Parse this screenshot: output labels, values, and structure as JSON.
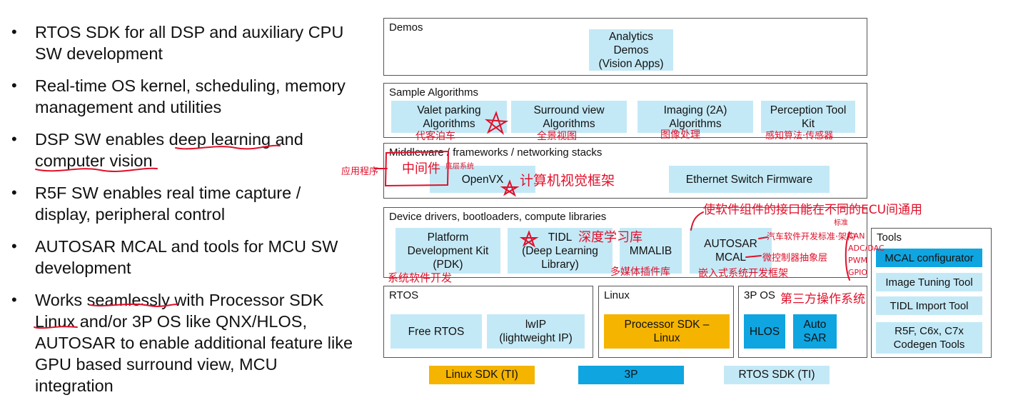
{
  "bullets": [
    "RTOS SDK for all DSP and auxiliary CPU\nSW development",
    "Real-time OS kernel, scheduling, memory\nmanagement and utilities",
    "DSP SW enables deep learning and\ncomputer vision",
    "R5F SW enables real time capture /\ndisplay, peripheral control",
    "AUTOSAR MCAL and tools for MCU SW\ndevelopment",
    "Works seamlessly with Processor SDK\nLinux and/or 3P OS like QNX/HLOS,\nAUTOSAR to enable additional feature like\nGPU based surround view, MCU\nintegration"
  ],
  "bullet_symbol": "•",
  "diagram": {
    "demos": {
      "title": "Demos",
      "boxes": [
        "Analytics\nDemos\n(Vision Apps)"
      ]
    },
    "sample_algorithms": {
      "title": "Sample Algorithms",
      "boxes": [
        "Valet parking\nAlgorithms",
        "Surround view\nAlgorithms",
        "Imaging (2A)\nAlgorithms",
        "Perception Tool\nKit"
      ]
    },
    "middleware": {
      "title": "Middleware / frameworks / networking stacks",
      "boxes": [
        "OpenVX",
        "Ethernet Switch Firmware"
      ]
    },
    "device_drivers": {
      "title": "Device drivers, bootloaders, compute libraries",
      "boxes": [
        "Platform\nDevelopment Kit\n(PDK)",
        "TIDL\n(Deep Learning\nLibrary)",
        "MMALIB",
        "AUTOSAR\nMCAL"
      ]
    },
    "rtos": {
      "title": "RTOS",
      "boxes": [
        "Free RTOS",
        "lwIP\n(lightweight IP)"
      ]
    },
    "linux": {
      "title": "Linux",
      "boxes": [
        "Processor SDK –\nLinux"
      ]
    },
    "third_party_os": {
      "title": "3P OS",
      "boxes": [
        "HLOS",
        "Auto\nSAR"
      ]
    },
    "tools": {
      "title": "Tools",
      "items": [
        "MCAL configurator",
        "Image Tuning Tool",
        "TIDL Import Tool",
        "R5F, C6x, C7x\nCodegen Tools"
      ]
    },
    "legend": [
      "Linux SDK (TI)",
      "3P",
      "RTOS SDK (TI)"
    ]
  },
  "colors": {
    "light_blue": "#c4e9f6",
    "gold": "#f5b400",
    "blue": "#0fa5e0",
    "ink": "#e0102a"
  },
  "annotations": {
    "valet": "代客泊车",
    "surround": "全景视图",
    "imaging": "图像处理",
    "perception": "感知算法·传感器",
    "app": "应用程序",
    "middleware": "中间件",
    "os_small": "底层系统",
    "openvx": "计算机视觉框架",
    "tidl": "深度学习库",
    "pdk": "系统软件开发",
    "mmalib": "多媒体插件库",
    "ecu": "使软件组件的接口能在不同的ECU间通用",
    "standard": "标准",
    "autosar": "汽车软件开发标准·架构",
    "mcal": "微控制器抽象层",
    "embedded": "嵌入式系统开发框架",
    "periph": "CAN\nADC/DAC\nPWM\nGPIO",
    "thirdos": "第三方操作系统"
  }
}
